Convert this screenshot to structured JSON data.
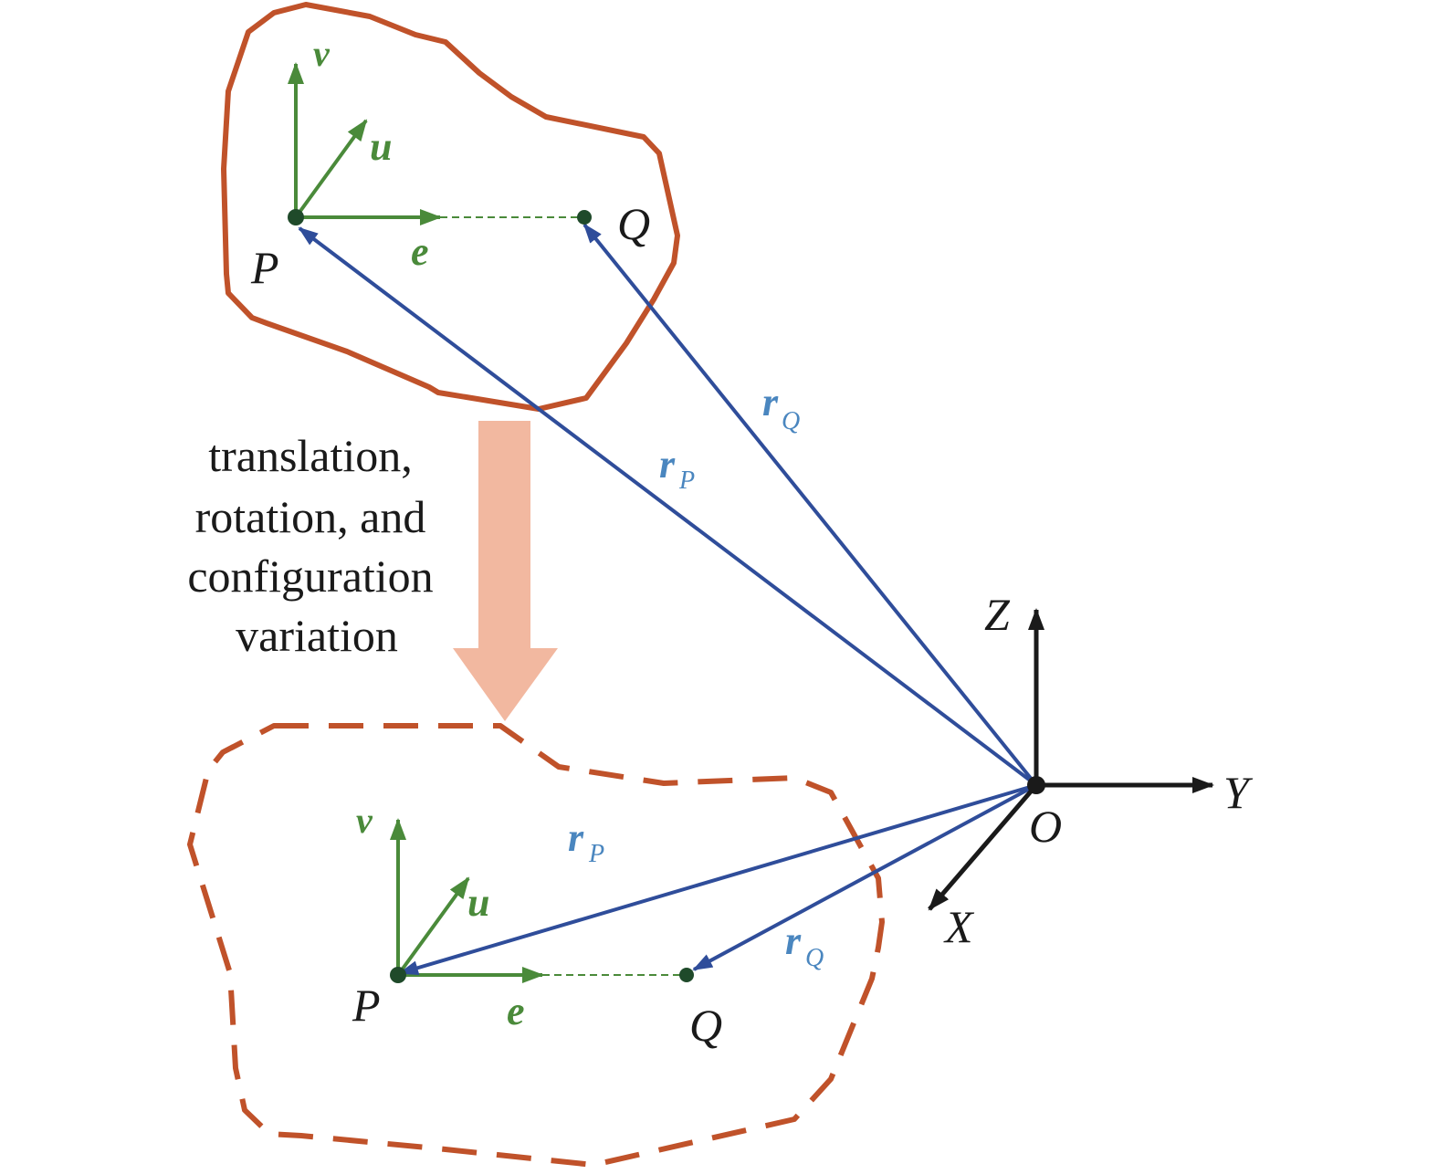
{
  "colors": {
    "body_outline": "#c0522a",
    "body_frame": "#4a8a3a",
    "position_vector": "#2f4d9a",
    "position_label": "#4a86bf",
    "global_axes": "#1a1a1a",
    "point": "#1f4a2a",
    "arrow_fill": "#f2b8a0"
  },
  "labels": {
    "v": "v",
    "u": "u",
    "e": "e",
    "P": "P",
    "Q": "Q",
    "r": "r",
    "sub_P": "P",
    "sub_Q": "Q",
    "Z": "Z",
    "Y": "Y",
    "X": "X",
    "O": "O"
  },
  "caption_lines": [
    "translation,",
    "rotation, and",
    "configuration",
    "variation"
  ]
}
